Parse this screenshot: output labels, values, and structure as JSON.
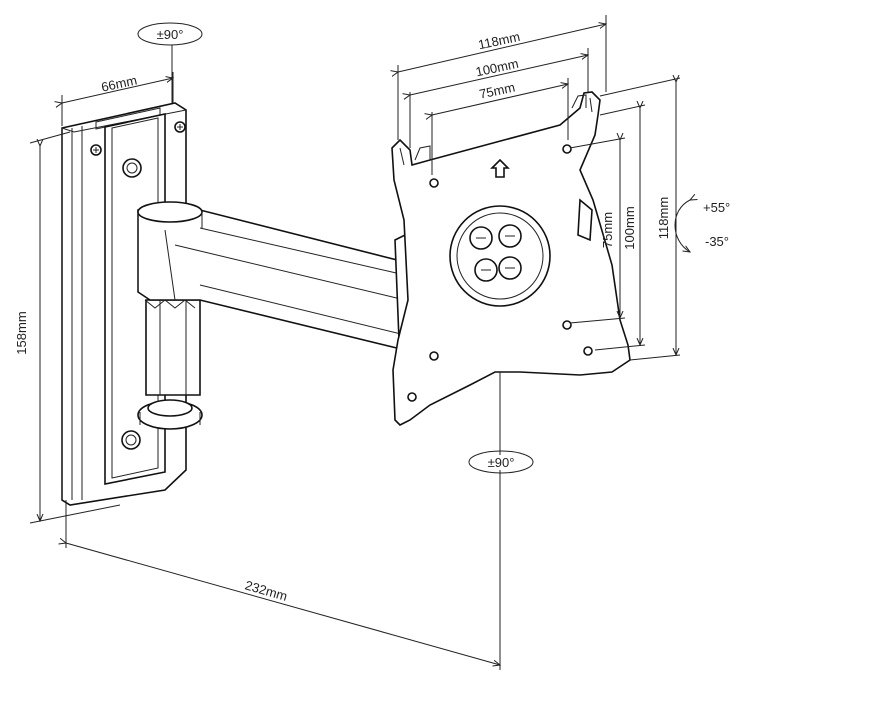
{
  "dimensions": {
    "wall_plate_width": "66mm",
    "wall_plate_height": "158mm",
    "total_extension": "232mm",
    "vesa_outer_top": "118mm",
    "vesa_mid_top": "100mm",
    "vesa_inner_top": "75mm",
    "vesa_outer_side": "118mm",
    "vesa_mid_side": "100mm",
    "vesa_inner_side": "75mm"
  },
  "angles": {
    "swivel_top": "±90°",
    "rotation": "±90°",
    "tilt_up": "+55°",
    "tilt_down": "-35°"
  }
}
